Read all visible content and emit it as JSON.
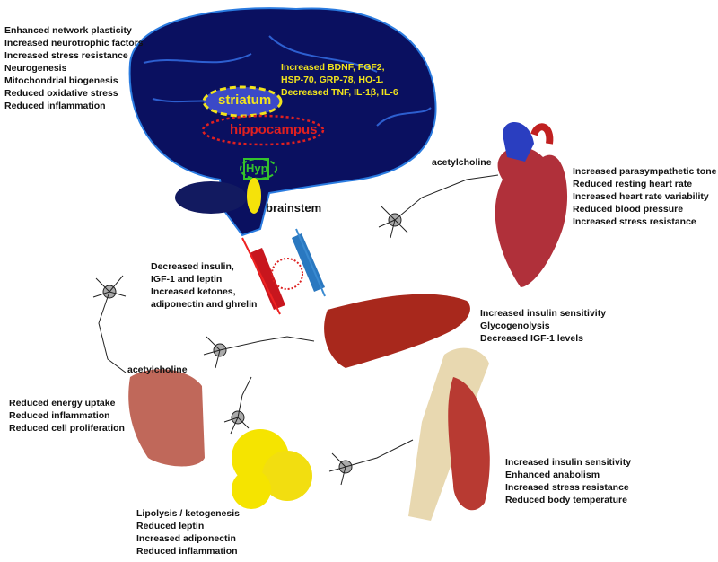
{
  "brain": {
    "benefits": [
      "Enhanced network plasticity",
      "Increased neurotrophic factors",
      "Increased stress resistance",
      "Neurogenesis",
      "Mitochondrial biogenesis",
      "Reduced oxidative stress",
      "Reduced inflammation"
    ],
    "factors": [
      "Increased BDNF, FGF2,",
      "HSP-70, GRP-78, HO-1.",
      "Decreased TNF, IL-1β, IL-6"
    ],
    "striatum": "striatum",
    "hippocampus": "hippocampus",
    "hyp": "Hyp",
    "brainstem": "brainstem"
  },
  "blood": [
    "Decreased insulin,",
    "IGF-1 and leptin",
    "Increased ketones,",
    "adiponectin and ghrelin"
  ],
  "heart": {
    "neurotransmitter": "acetylcholine",
    "effects": [
      "Increased parasympathetic tone",
      "Reduced resting heart rate",
      "Increased heart rate variability",
      "Reduced blood pressure",
      "Increased stress resistance"
    ]
  },
  "liver": [
    "Increased insulin sensitivity",
    "Glycogenolysis",
    "Decreased IGF-1 levels"
  ],
  "gut": {
    "neurotransmitter": "acetylcholine",
    "effects": [
      "Reduced energy uptake",
      "Reduced inflammation",
      "Reduced cell proliferation"
    ]
  },
  "fat": [
    "Lipolysis / ketogenesis",
    "Reduced leptin",
    "Increased adiponectin",
    "Reduced inflammation"
  ],
  "muscle": [
    "Increased insulin sensitivity",
    "Enhanced anabolism",
    "Increased stress resistance",
    "Reduced body temperature"
  ],
  "colors": {
    "brain": "#0a1060",
    "striatum": "#3b49c8",
    "hippocampus": "#e02020",
    "hyp": "#34c32c",
    "yellow_text": "#f2e41c"
  }
}
